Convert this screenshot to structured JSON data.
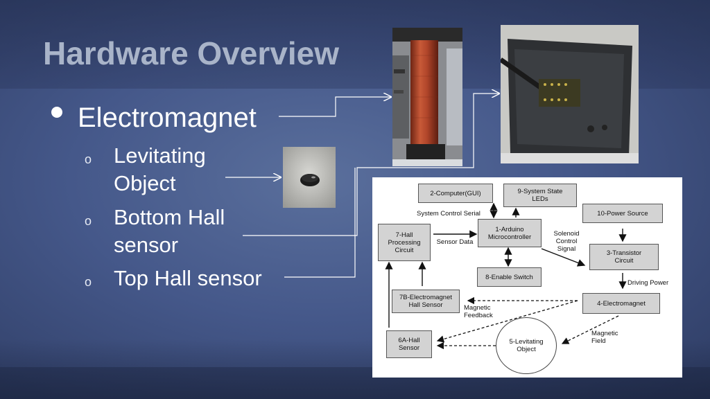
{
  "slide": {
    "title": "Hardware Overview",
    "bullets": {
      "electromagnet": "Electromagnet",
      "sub_marker": "o",
      "levitating_object": "Levitating Object",
      "bottom_hall": "Bottom Hall sensor",
      "top_hall": "Top Hall sensor"
    }
  },
  "diagram": {
    "computer": "2-Computer(GUI)",
    "leds": "9-System State\nLEDs",
    "power_source": "10-Power Source",
    "hall_processing": "7-Hall\nProcessing\nCircuit",
    "arduino": "1-Arduino\nMicrocontroller",
    "transistor": "3-Transistor\nCircuit",
    "enable_switch": "8-Enable Switch",
    "em_hall": "7B-Electromagnet\nHall Sensor",
    "electromagnet": "4-Electromagnet",
    "hall_6a": "6A-Hall\nSensor",
    "levitating": "5-Levitating\nObject",
    "lbl_serial": "System Control Serial",
    "lbl_sensor_data": "Sensor Data",
    "lbl_solenoid": "Solenoid\nControl\nSignal",
    "lbl_driving": "Driving Power",
    "lbl_mag_feedback": "Magnetic\nFeedback",
    "lbl_mag_field": "Magnetic\nField"
  },
  "colors": {
    "background": "#45588a",
    "title": "#a9b4c9",
    "connector": "#ffffff",
    "coil": "#b0452a"
  }
}
